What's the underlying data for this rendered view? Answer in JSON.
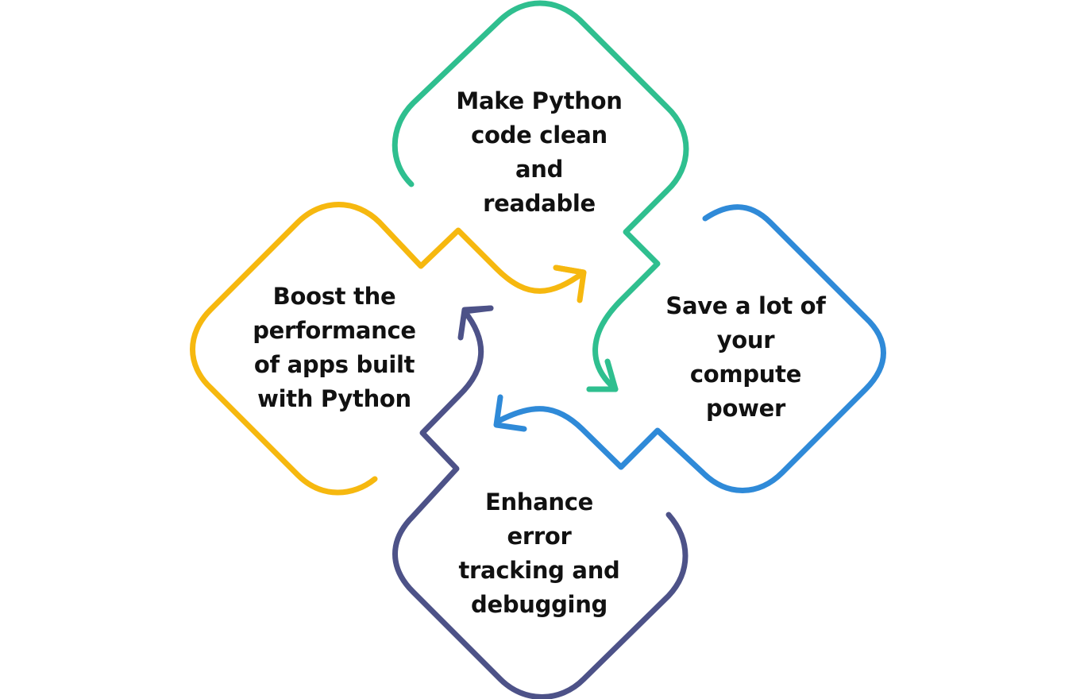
{
  "colors": {
    "green": "#2fbf8f",
    "blue": "#2f8ad8",
    "yellow": "#f6b80f",
    "navy": "#4d5288",
    "text": "#111111"
  },
  "steps": [
    {
      "id": "top",
      "text": "Make Python\ncode clean\nand\nreadable",
      "color": "green"
    },
    {
      "id": "right",
      "text": "Save a lot of\nyour\ncompute\npower",
      "color": "blue"
    },
    {
      "id": "bottom",
      "text": "Enhance\nerror\ntracking and\ndebugging",
      "color": "navy"
    },
    {
      "id": "left",
      "text": "Boost the\nperformance\nof apps built\nwith Python",
      "color": "yellow"
    }
  ]
}
